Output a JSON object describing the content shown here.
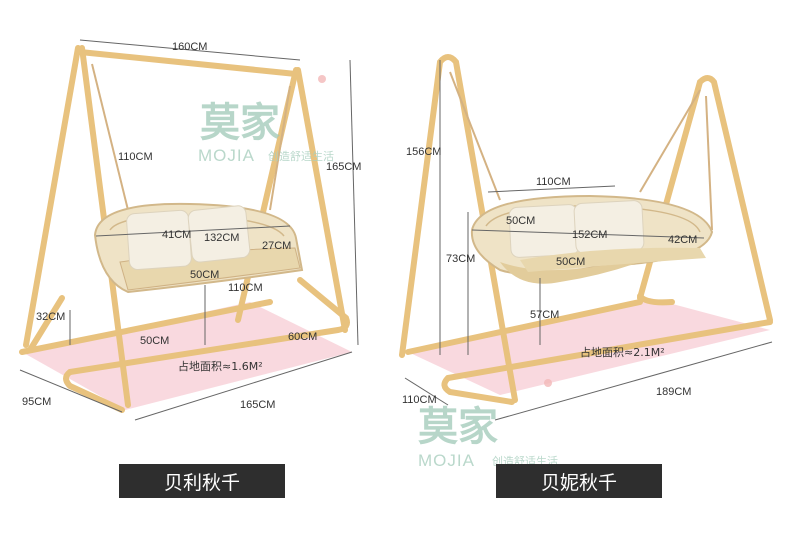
{
  "colors": {
    "frame": "#e8c27e",
    "frame_dark": "#d2a45c",
    "floor": "#f7c9d2",
    "cushion": "#f4efe3",
    "basket": "#efe3c6",
    "dim_line": "#666666",
    "label_bg": "#2e2e2e",
    "watermark": "#9fc9b7"
  },
  "watermark": {
    "cn": "莫家",
    "en": "MOJIA",
    "slogan": "创造舒适生活"
  },
  "left_swing": {
    "name": "贝利秋千",
    "dims": {
      "width_top": "160CM",
      "height_total": "165CM",
      "rope": "110CM",
      "seat_depth": "41CM",
      "seat_width": "132CM",
      "seat_height_side": "27CM",
      "seat_inner": "50CM",
      "seat_ground": "110CM",
      "base_rail": "32CM",
      "floor_center": "50CM",
      "base_depth_right": "60CM",
      "base_depth": "95CM",
      "base_width": "165CM"
    },
    "area": "占地面积≈1.6M²"
  },
  "right_swing": {
    "name": "贝妮秋千",
    "dims": {
      "height_total": "156CM",
      "seat_top": "110CM",
      "seat_depth": "50CM",
      "seat_width": "152CM",
      "seat_height_side": "42CM",
      "seat_inner": "50CM",
      "hang_height": "73CM",
      "seat_ground": "57CM",
      "base_depth": "110CM",
      "base_width": "189CM"
    },
    "area": "占地面积≈2.1M²"
  }
}
